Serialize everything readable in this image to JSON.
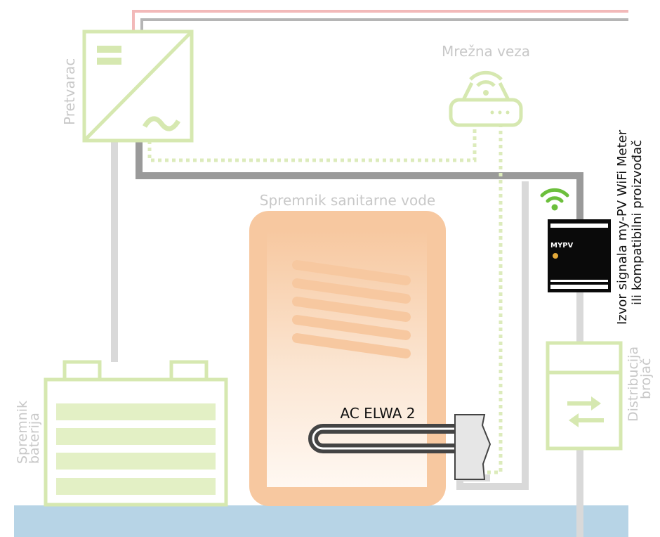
{
  "labels": {
    "inverter": "Pretvarac",
    "network": "Mrežna veza",
    "tank": "Spremnik sanitarne vode",
    "heater": "AC ELWA 2",
    "battery_line1": "Spremnik",
    "battery_line2": "baterija",
    "meter_line1": "Distribucija",
    "meter_line2": "brojač",
    "source_line1": "Izvor signala my-PV WiFi Meter",
    "source_line2": "ili kompatibilni proizvođač",
    "device_logo": "MYPV"
  },
  "colors": {
    "green_outline": "#d6e8b0",
    "green_fill": "#e3f0c5",
    "grid_gray": "#9a9a9a",
    "light_gray": "#d9d9d9",
    "ac_red": "#f2b9b9",
    "tank_orange": "#f7c8a0",
    "floor_blue": "#b7d4e6",
    "wifi_green": "#6cbf3c"
  },
  "icons": [
    "inverter-icon",
    "router-icon",
    "wifi-icon",
    "heater-icon",
    "battery-icon",
    "meter-icon",
    "device-icon"
  ]
}
